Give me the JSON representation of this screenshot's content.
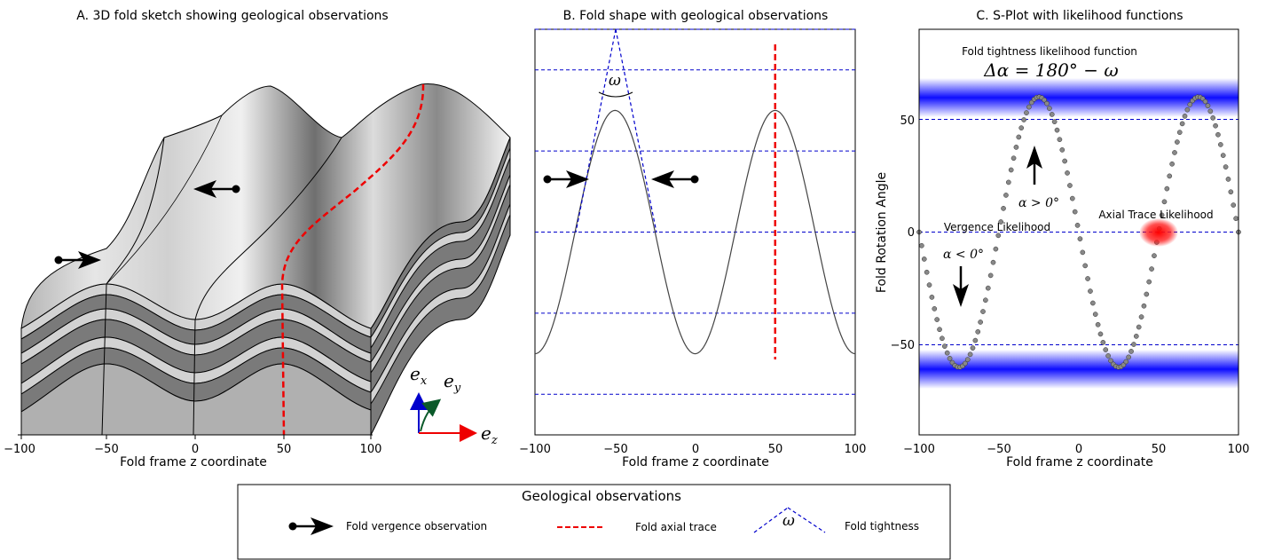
{
  "panelA": {
    "title": "A. 3D fold sketch showing geological observations",
    "xlabel": "Fold frame z coordinate",
    "xticks": [
      "−100",
      "−50",
      "0",
      "50",
      "100"
    ],
    "axes_labels": {
      "ex": "e",
      "ex_sub": "x",
      "ey": "e",
      "ey_sub": "y",
      "ez": "e",
      "ez_sub": "z"
    }
  },
  "panelB": {
    "title": "B. Fold shape with geological observations",
    "xlabel": "Fold frame z coordinate",
    "xticks": [
      "−100",
      "−50",
      "0",
      "50",
      "100"
    ],
    "omega": "ω"
  },
  "panelC": {
    "title": "C. S-Plot with likelihood functions",
    "xlabel": "Fold frame z coordinate",
    "ylabel": "Fold Rotation Angle",
    "xticks": [
      "−100",
      "−50",
      "0",
      "50",
      "100"
    ],
    "yticks": [
      "50",
      "0",
      "−50"
    ],
    "tightness_label": "Fold tightness likelihood function",
    "tightness_eq": "Δα = 180° − ω",
    "vergence_label": "Vergence Likelihood",
    "axial_label": "Axial Trace Likelihood",
    "alpha_pos": "α > 0°",
    "alpha_neg": "α < 0°"
  },
  "legend": {
    "title": "Geological observations",
    "vergence": "Fold vergence observation",
    "axial": "Fold axial trace",
    "omega": "ω",
    "tightness": "Fold tightness"
  },
  "chart_data": [
    {
      "type": "line",
      "title": "B. Fold shape with geological observations",
      "xlabel": "Fold frame z coordinate",
      "xlim": [
        -100,
        100
      ],
      "ylim": [
        -100,
        100
      ],
      "series": [
        {
          "x": [
            -100,
            -75,
            -50,
            -25,
            0,
            25,
            50,
            75,
            100
          ],
          "values": [
            -60,
            0,
            60,
            0,
            -60,
            0,
            60,
            0,
            -60
          ]
        }
      ],
      "hlines": [
        100,
        80,
        40,
        0,
        -40,
        -80
      ],
      "axial_trace_x": 50
    },
    {
      "type": "scatter",
      "title": "C. S-Plot with likelihood functions",
      "xlabel": "Fold frame z coordinate",
      "ylabel": "Fold Rotation Angle",
      "xlim": [
        -100,
        100
      ],
      "ylim": [
        -90,
        90
      ],
      "series": [
        {
          "x": [
            -100,
            -75,
            -50,
            -25,
            0,
            25,
            50,
            75,
            100
          ],
          "values": [
            0,
            -60,
            0,
            60,
            0,
            -60,
            0,
            60,
            0
          ]
        }
      ],
      "hlines": [
        50,
        0,
        -50
      ],
      "likelihood_bands": [
        60,
        -60
      ],
      "axial_trace_likelihood": {
        "x": 50,
        "y": 0
      }
    }
  ]
}
